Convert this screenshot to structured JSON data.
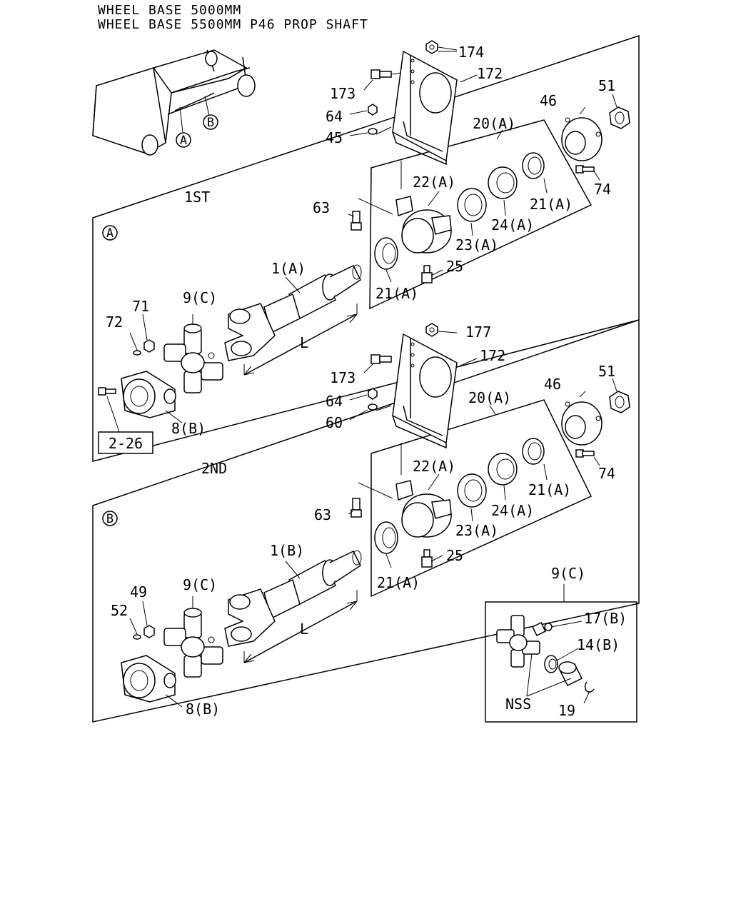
{
  "header": {
    "line1": "WHEEL BASE 5000MM",
    "line2": "WHEEL BASE 5500MM P46 PROP SHAFT"
  },
  "truck": {
    "marker_a": "A",
    "marker_b": "B"
  },
  "section_1st": {
    "title": "1ST",
    "marker": "A",
    "ref_box": "2-26",
    "callouts": {
      "p174": "174",
      "p172": "172",
      "p173": "173",
      "p64": "64",
      "p45": "45",
      "p20a": "20(A)",
      "p46": "46",
      "p51": "51",
      "p22a": "22(A)",
      "p63": "63",
      "p74": "74",
      "p21a_right": "21(A)",
      "p23a": "23(A)",
      "p24a": "24(A)",
      "p25": "25",
      "p21a_left": "21(A)",
      "p1a": "1(A)",
      "p9c": "9(C)",
      "p71": "71",
      "p72": "72",
      "pL": "L",
      "p8b": "8(B)"
    }
  },
  "section_2nd": {
    "title": "2ND",
    "marker": "B",
    "callouts": {
      "p177": "177",
      "p172": "172",
      "p173": "173",
      "p64": "64",
      "p60": "60",
      "p20a": "20(A)",
      "p46": "46",
      "p51": "51",
      "p22a": "22(A)",
      "p63": "63",
      "p74": "74",
      "p21a_right": "21(A)",
      "p23a": "23(A)",
      "p24a": "24(A)",
      "p25": "25",
      "p21a_left": "21(A)",
      "p1b": "1(B)",
      "p9c": "9(C)",
      "p49": "49",
      "p52": "52",
      "pL": "L",
      "p8b": "8(B)"
    }
  },
  "detail_9c": {
    "title": "9(C)",
    "p17b": "17(B)",
    "p14b": "14(B)",
    "nss": "NSS",
    "p19": "19"
  }
}
